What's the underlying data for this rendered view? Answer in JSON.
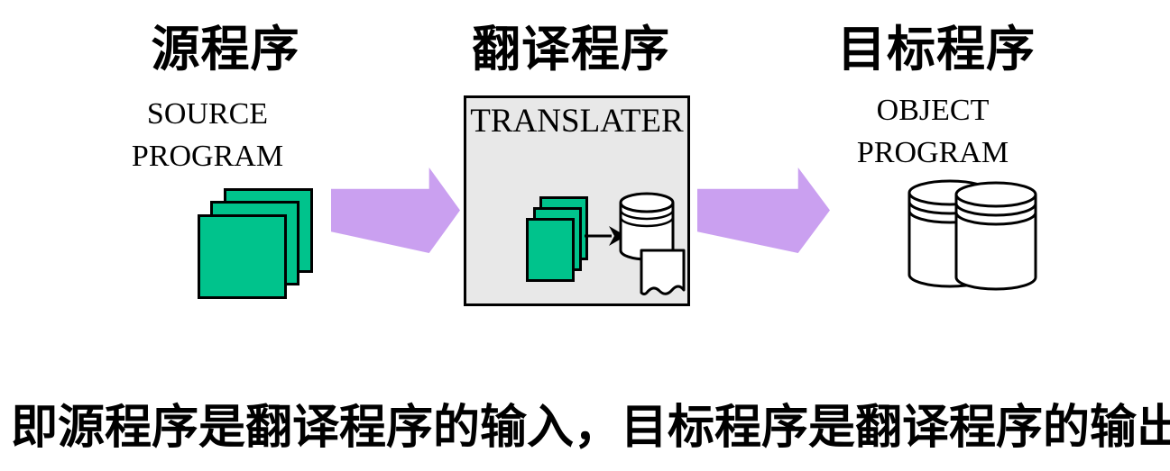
{
  "colors": {
    "green": "#00c38c",
    "purple": "#caa0f0",
    "box_gray": "#e8e8e8",
    "outline": "#000000"
  },
  "source": {
    "title": "源程序",
    "label_line1": "SOURCE",
    "label_line2": "PROGRAM"
  },
  "translator": {
    "title": "翻译程序",
    "box_label": "TRANSLATER"
  },
  "object": {
    "title": "目标程序",
    "label_line1": "OBJECT",
    "label_line2": "PROGRAM"
  },
  "caption": "即源程序是翻译程序的输入，目标程序是翻译程序的输出"
}
